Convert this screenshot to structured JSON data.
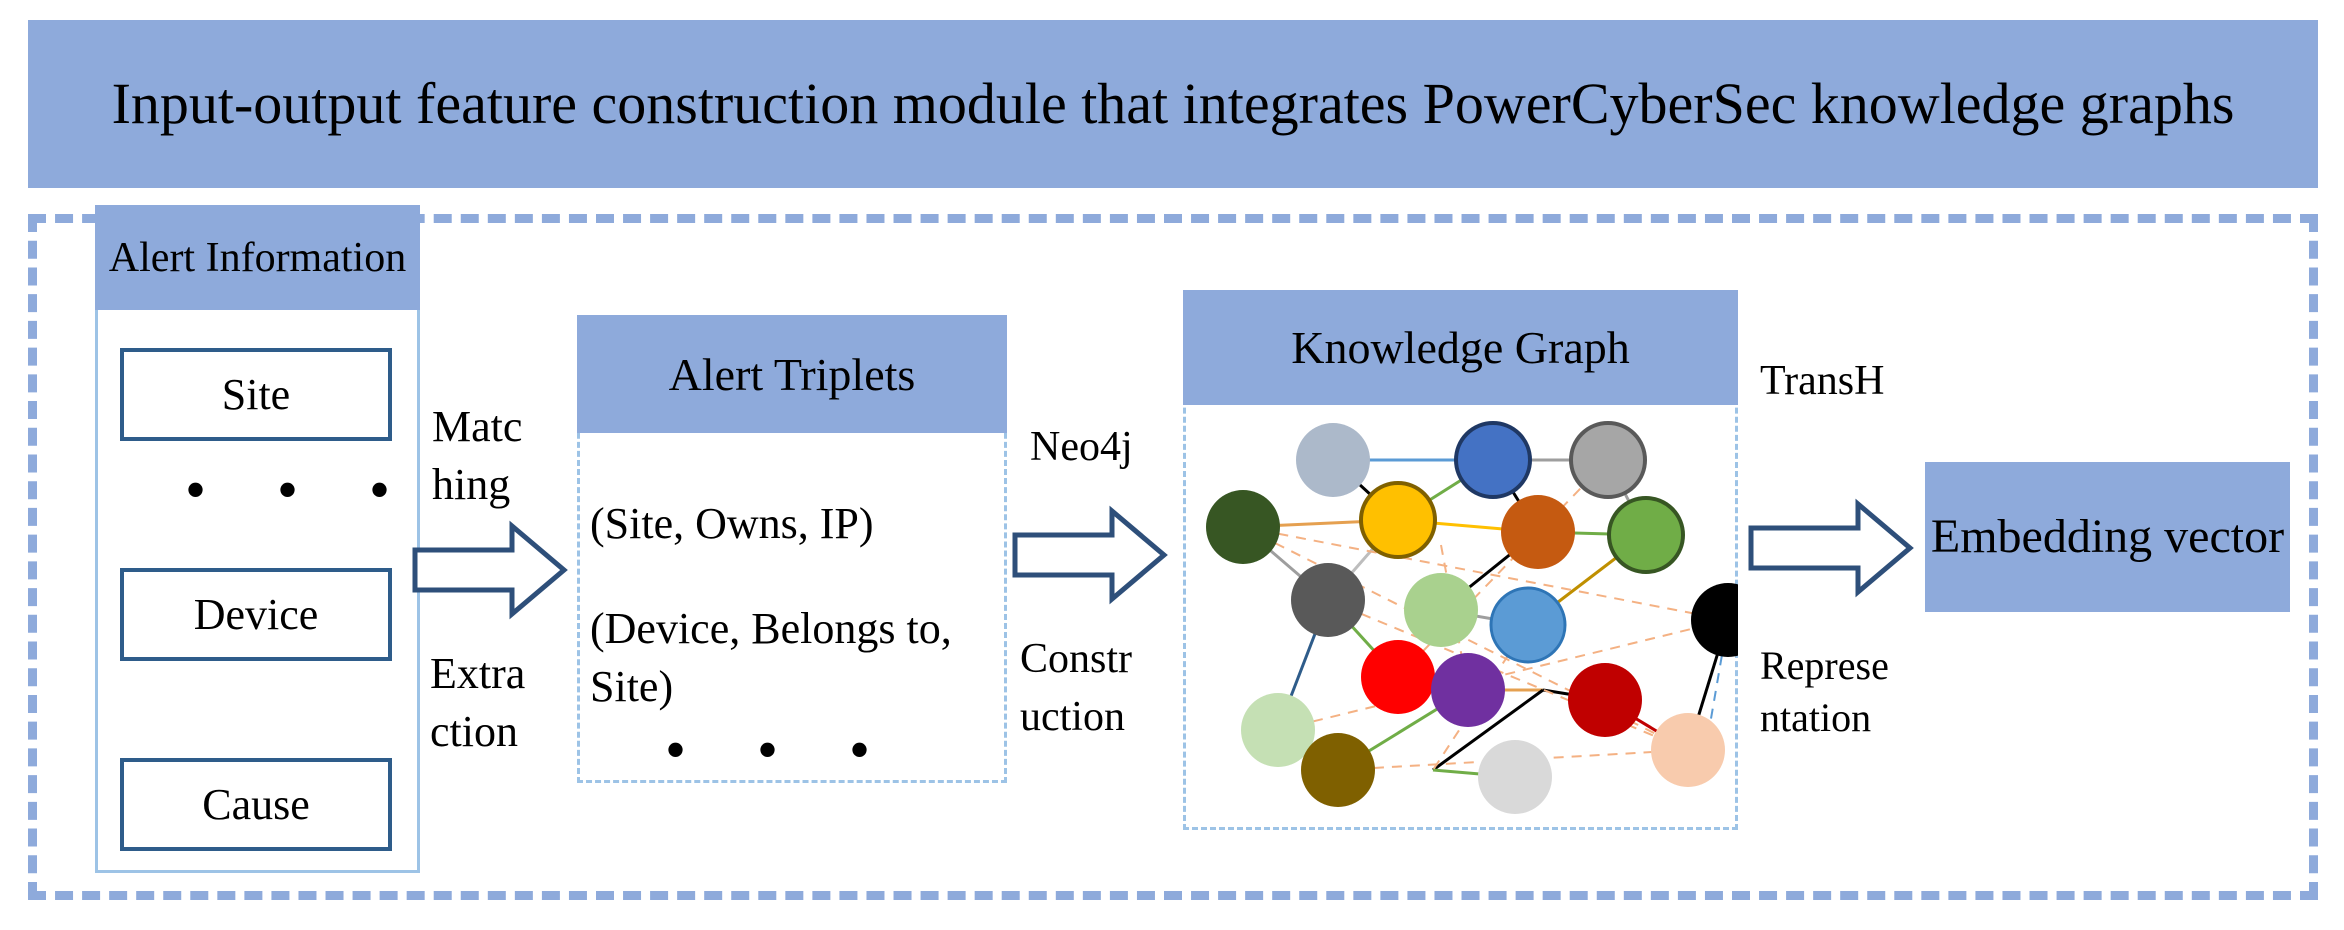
{
  "title": "Input-output feature construction module that integrates PowerCyberSec knowledge graphs",
  "alert_info": {
    "heading": "Alert Information",
    "fields": [
      "Site",
      "Device",
      "Cause"
    ],
    "ellipsis": "• • •"
  },
  "arrow1": {
    "top_label": "Matc hing",
    "bottom_label": "Extra ction"
  },
  "triplets": {
    "heading": "Alert Triplets",
    "line1": "(Site, Owns, IP)",
    "line2": "(Device, Belongs to, Site)",
    "ellipsis": "• • •"
  },
  "arrow2": {
    "top_label": "Neo4j",
    "bottom_label": "Constr uction"
  },
  "knowledge_graph": {
    "heading": "Knowledge Graph"
  },
  "arrow3": {
    "top_label": "TransH",
    "bottom_label": "Represe ntation"
  },
  "output": {
    "label": "Embedding vector"
  },
  "colors": {
    "accent_fill": "#8eaadb",
    "dashed_light": "#9dc3e6",
    "field_border": "#2e5c8a",
    "arrow_stroke": "#2e4f7a"
  }
}
